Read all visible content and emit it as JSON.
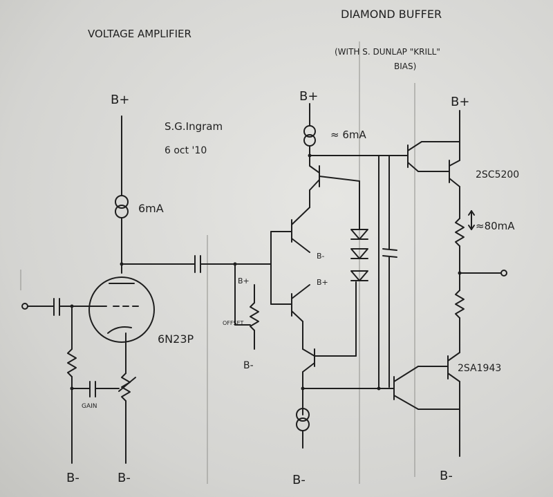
{
  "title_left": "VOLTAGE AMPLIFIER",
  "title_right": "DIAMOND BUFFER",
  "subtitle_right": "(WITH S. DUNLAP \"KRILL\"",
  "subtitle_right_2": "BIAS)",
  "author": "S.G.Ingram",
  "date": "6 oct '10",
  "rails": {
    "bplus_tube": "B+",
    "bplus_buffer": "B+",
    "bplus_output": "B+",
    "bminus_grid": "B-",
    "bminus_cathode": "B-",
    "bminus_offset": "B-",
    "bminus_buffer": "B-",
    "bminus_output": "B-",
    "bplus_offset": "B+",
    "small_bminus": "B-",
    "small_bplus": "B+"
  },
  "labels": {
    "tube_current": "6mA",
    "buffer_current": "≈ 6mA",
    "output_current": "≈80mA",
    "tube": "6N23P",
    "npn_output": "2SC5200",
    "pnp_output": "2SA1943",
    "offset": "OFFSET",
    "gain": "GAIN"
  }
}
